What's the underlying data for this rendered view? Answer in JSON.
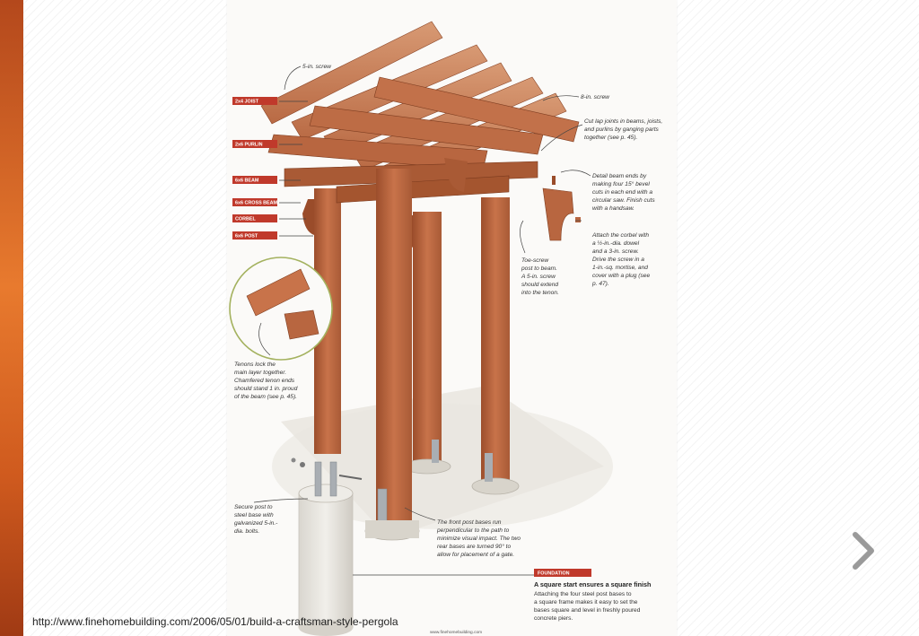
{
  "slide": {
    "source_url": "http://www.finehomebuilding.com/2006/05/01/build-a-craftsman-style-pergola",
    "accent_color": "#e87a2e",
    "next_icon": "chevron-right-icon"
  },
  "illustration": {
    "top_label": "www.finehomebuilding.com",
    "callouts": {
      "screw_5in": "5-in. screw",
      "screw_8in": "8-in. screw",
      "lap_joints": [
        "Cut lap joints in beams, joists,",
        "and purlins by ganging parts",
        "together (see p. 45)."
      ],
      "beam_ends": [
        "Detail beam ends by",
        "making four 15° bevel",
        "cuts in each end with a",
        "circular saw. Finish cuts",
        "with a handsaw."
      ],
      "corbel_attach": [
        "Attach the corbel with",
        "a ½-in.-dia. dowel",
        "and a 3-in. screw.",
        "Drive the screw in a",
        "1-in.-sq. mortise, and",
        "cover with a plug (see",
        "p. 47)."
      ],
      "toe_screw": [
        "Toe-screw",
        "post to beam.",
        "A 5-in. screw",
        "should extend",
        "into the tenon."
      ],
      "tenons": [
        "Tenons lock the",
        "main layer together.",
        "Chamfered tenon ends",
        "should stand 1 in. proud",
        "of the beam (see p. 45)."
      ],
      "secure_post": [
        "Secure post to",
        "steel base with",
        "galvanized 5-in.-",
        "dia. bolts."
      ],
      "post_bases": [
        "The front post bases run",
        "perpendicular to the path to",
        "minimize visual impact. The two",
        "rear bases are turned 90° to",
        "allow for placement of a gate."
      ]
    },
    "tags": {
      "joist": "2x4 JOIST",
      "purlin": "2x6 PURLIN",
      "beam": "6x6 BEAM",
      "cross_beam": "6x6 CROSS BEAM",
      "corbel": "CORBEL",
      "post": "6x6 POST"
    },
    "foundation": {
      "tag": "FOUNDATION",
      "heading": "A square start ensures a square finish",
      "body": [
        "Attaching the four steel post bases to",
        "a square frame makes it easy to set the",
        "bases square and level in freshly poured",
        "concrete piers."
      ]
    }
  }
}
